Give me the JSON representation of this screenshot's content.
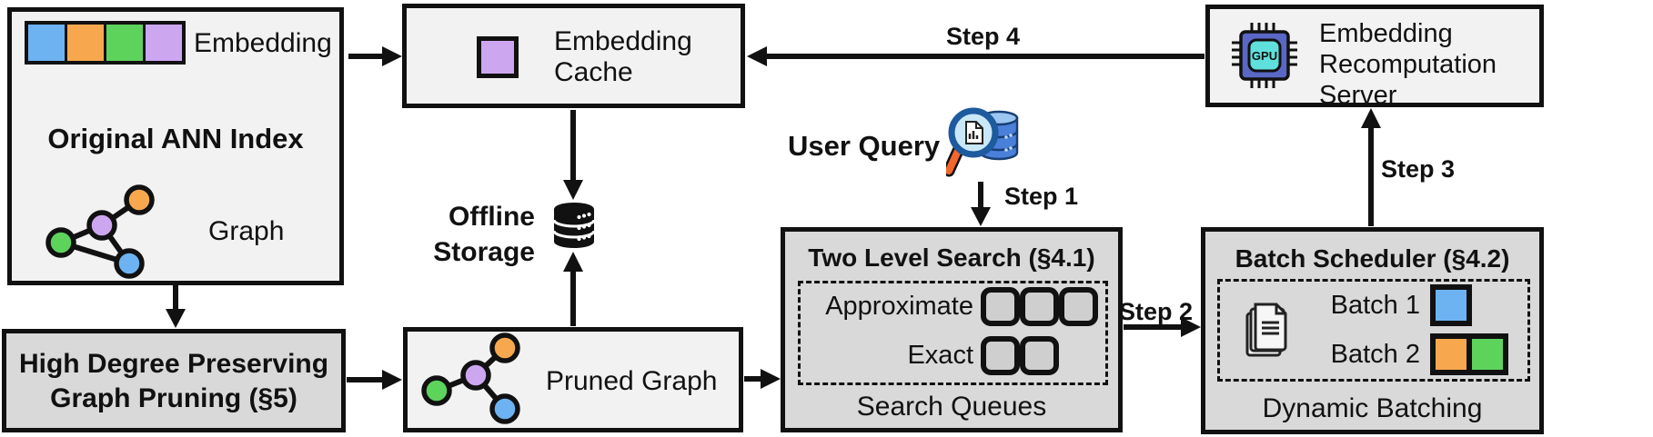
{
  "colors": {
    "line": "#111111",
    "boxlight": "#f2f2f2",
    "boxgray": "#d9d9d9",
    "blue": "#6db3f2",
    "orange": "#f7a84e",
    "green": "#5dd35c",
    "purple": "#cda6f0",
    "chip": "#5a67c4",
    "chipcore": "#5fe0dc",
    "qdb": "#4a80d9",
    "qdbtop": "#9cc6f2",
    "qlens": "#c9e7f7",
    "qrim": "#1d5a9e",
    "qhandle": "#f2662d",
    "queueslot": "#cfcfcf"
  },
  "ann_index": {
    "embedding_label": "Embedding",
    "title": "Original ANN Index",
    "graph_label": "Graph"
  },
  "embedding_cache": {
    "label": "Embedding Cache"
  },
  "recomputation_server": {
    "label": "Embedding Recomputation Server",
    "chip_label": "GPU"
  },
  "offline_storage": {
    "line1": "Offline",
    "line2": "Storage"
  },
  "user_query": {
    "label": "User Query"
  },
  "steps": {
    "step1": "Step 1",
    "step2": "Step 2",
    "step3": "Step 3",
    "step4": "Step 4"
  },
  "two_level_search": {
    "title": "Two Level Search (§4.1)",
    "approximate_label": "Approximate",
    "exact_label": "Exact",
    "approximate_slots": 3,
    "exact_slots": 2,
    "footer": "Search Queues"
  },
  "batch_scheduler": {
    "title": "Batch Scheduler (§4.2)",
    "batch1_label": "Batch 1",
    "batch2_label": "Batch 2",
    "footer": "Dynamic Batching"
  },
  "graph_pruning": {
    "line1": "High Degree Preserving",
    "line2": "Graph Pruning (§5)"
  },
  "pruned_graph": {
    "label": "Pruned Graph"
  }
}
